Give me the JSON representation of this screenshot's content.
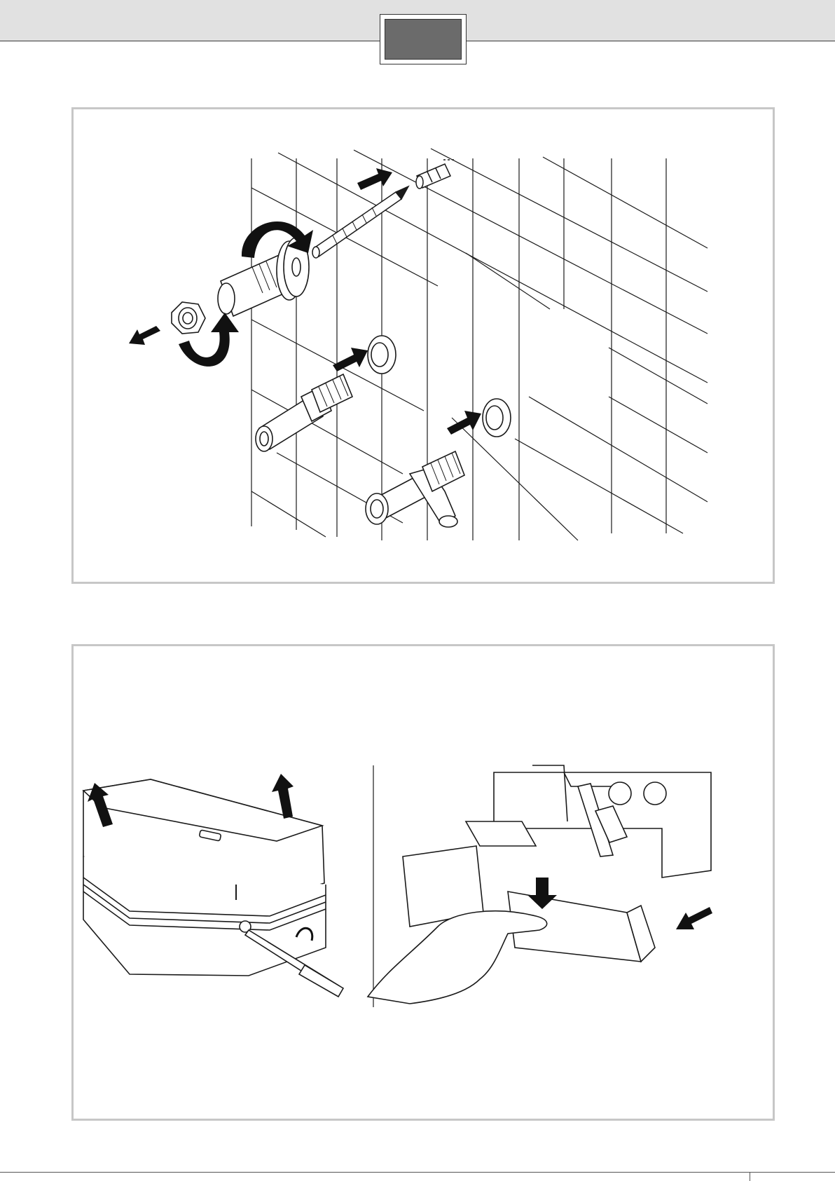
{
  "header": {
    "band_color": "#e1e1e1",
    "tab_color": "#6b6b6b",
    "tab_label": ""
  },
  "figure_1": {
    "description_items": [
      "wall-plug",
      "fixing-screw",
      "wall-bracket",
      "hex-nut",
      "inlet-pipe-connector",
      "sealing-washer",
      "outlet-valve-connector"
    ]
  },
  "figure_2": {
    "left_caption": "",
    "right_caption": ""
  },
  "colors": {
    "line": "#1a1a1a",
    "panel_border": "#c7c7c7",
    "arrow_fill": "#111111"
  }
}
